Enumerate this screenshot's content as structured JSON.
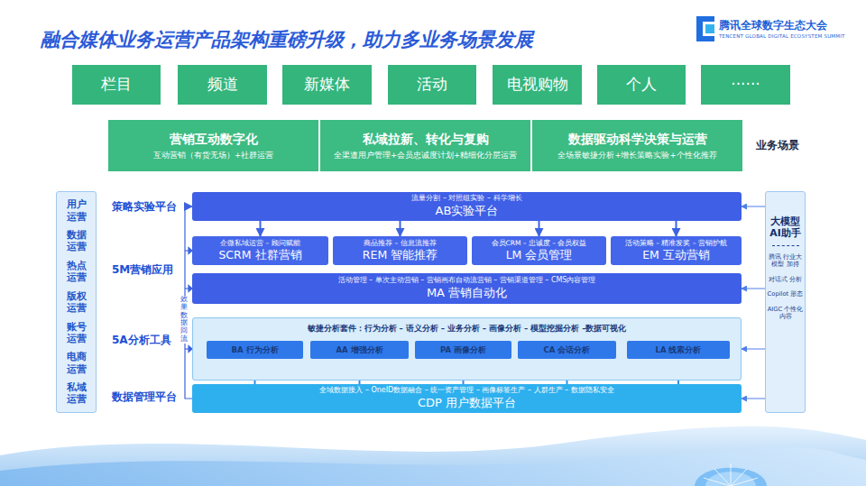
{
  "diagram": {
    "title": "融合媒体业务运营产品架构重磅升级，助力多业务场景发展",
    "nodes": [
      {
        "text": [
          "栏目"
        ]
      },
      {
        "text": [
          "频道"
        ]
      },
      {
        "text": [
          "新媒体"
        ]
      },
      {
        "text": [
          "活动"
        ]
      },
      {
        "text": [
          "电视购物"
        ]
      },
      {
        "text": [
          "个人"
        ]
      },
      {
        "text": [
          "······"
        ]
      },
      {
        "text": [
          "营销互动数字化",
          "互动营销（有货无场）+社群运营"
        ]
      },
      {
        "text": [
          "私域拉新、转化与复购",
          "全渠道用户管理+会员忠诚度计划+精细化分层运营"
        ]
      },
      {
        "text": [
          "数据驱动科学决策与运营",
          "全场景敏捷分析+增长策略实验+个性化推荐"
        ]
      },
      {
        "text": [
          "用户运营",
          "数据运营",
          "热点运营",
          "版权运营",
          "账号运营",
          "电商运营",
          "私域运营"
        ]
      },
      {
        "text": [
          "流量分割 – 对照组实验 – 科学增长",
          "AB实验平台"
        ]
      },
      {
        "text": [
          "企微私域运营 – 顾问赋能",
          "SCRM 社群营销"
        ]
      },
      {
        "text": [
          "商品推荐 – 信息流推荐",
          "REM 智能推荐"
        ]
      },
      {
        "text": [
          "会员CRM – 忠诚度 – 会员权益",
          "LM 会员管理"
        ]
      },
      {
        "text": [
          "活动策略 – 精准发奖 – 营销护航",
          "EM 互动营销"
        ]
      },
      {
        "text": [
          "活动管理 – 单次主动营销 – 营销画布自动流营销 – 营销渠道管理 – CMS内容管理",
          "MA 营销自动化"
        ]
      },
      {
        "text": [
          "敏捷分析套件：行为分析 – 语义分析 – 业务分析 – 画像分析 – 模型挖掘分析 –数据可视化"
        ]
      },
      {
        "text": [
          "BA 行为分析"
        ],
        "in": 17
      },
      {
        "text": [
          "AA 增强分析"
        ],
        "in": 17
      },
      {
        "text": [
          "PA 画像分析"
        ],
        "in": 17
      },
      {
        "text": [
          "CA 会话分析"
        ],
        "in": 17
      },
      {
        "text": [
          "LA 线索分析"
        ],
        "in": 17
      },
      {
        "text": [
          "全域数据接入 – OneID数据融合 – 统一资产管理 – 画像标签生产 – 人群生产 – 数据隐私安全",
          "CDP 用户数据平台"
        ]
      },
      {
        "text": [
          "大模型 AI助手",
          "腾讯 行业大模型 加持",
          "对话式 分析",
          "Copilot 形态",
          "AIGC 个性化内容"
        ]
      }
    ],
    "edges": [
      {
        "from": 11,
        "to": 12,
        "arrow": "to"
      },
      {
        "from": 11,
        "to": 13,
        "arrow": "to"
      },
      {
        "from": 11,
        "to": 14,
        "arrow": "to"
      },
      {
        "from": 11,
        "to": 15,
        "arrow": "to"
      },
      {
        "from": 23,
        "to": 18,
        "arrow": "to"
      },
      {
        "from": 23,
        "to": 19,
        "arrow": "to"
      },
      {
        "from": 23,
        "to": 20,
        "arrow": "to"
      },
      {
        "from": 23,
        "to": 21,
        "arrow": "to"
      },
      {
        "from": 23,
        "to": 22,
        "arrow": "to"
      },
      {
        "from": 23,
        "to": 11,
        "arrow": "to"
      },
      {
        "from": 24,
        "to": 11,
        "arrow": "to"
      },
      {
        "from": 24,
        "to": 16,
        "arrow": "to"
      },
      {
        "from": 24,
        "to": 17,
        "arrow": "to"
      },
      {
        "from": 24,
        "to": 23,
        "arrow": "to"
      }
    ],
    "labels": [
      "腾讯全球数字生态大会",
      "TENCENT GLOBAL DIGITAL ECOSYSTEM SUMMIT",
      "业务场景",
      "策略实验平台",
      "5M营销应用",
      "5A分析工具",
      "数据管理平台",
      "效果数据回流"
    ]
  }
}
